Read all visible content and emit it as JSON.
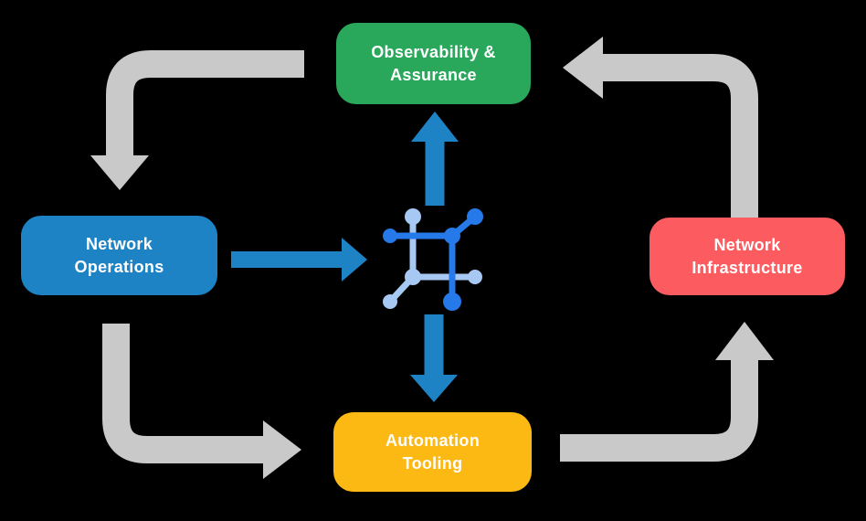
{
  "colors": {
    "background": "#000000",
    "gray_arrow": "#c9c9c9",
    "blue_arrow": "#1e83c5",
    "icon_dark_blue": "#2679e8",
    "icon_light_blue": "#a6c8f3",
    "label_text": "#ffffff"
  },
  "nodes": {
    "observability": {
      "line1": "Observability &",
      "line2": "Assurance",
      "color": "#29a85c"
    },
    "operations": {
      "line1": "Network",
      "line2": "Operations",
      "color": "#1e83c5"
    },
    "infrastructure": {
      "line1": "Network",
      "line2": "Infrastructure",
      "color": "#fc5c5f"
    },
    "tooling": {
      "line1": "Automation",
      "line2": "Tooling",
      "color": "#fcb813"
    }
  },
  "arrows": {
    "gray": [
      {
        "name": "observability-to-operations",
        "direction": "left-then-down"
      },
      {
        "name": "infrastructure-to-observability",
        "direction": "up-then-left"
      },
      {
        "name": "operations-to-tooling",
        "direction": "down-then-right"
      },
      {
        "name": "tooling-to-infrastructure",
        "direction": "right-then-up"
      }
    ],
    "blue": [
      {
        "name": "operations-to-center",
        "direction": "right"
      },
      {
        "name": "center-to-observability",
        "direction": "up"
      },
      {
        "name": "center-to-tooling",
        "direction": "down"
      }
    ]
  },
  "center_icon": {
    "name": "network-mesh-icon"
  }
}
